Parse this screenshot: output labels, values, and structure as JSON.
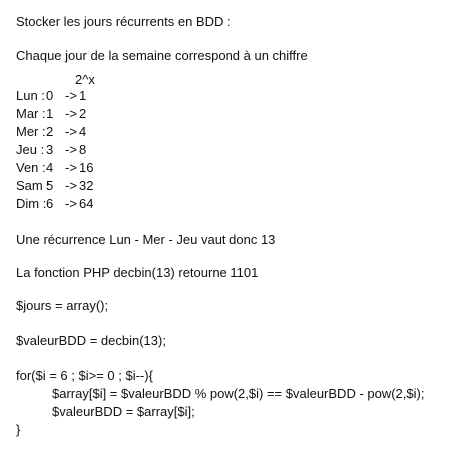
{
  "title": "Stocker les jours récurrents en BDD :",
  "intro": "Chaque jour de la semaine correspond à un chiffre",
  "power_header": "2^x",
  "days": [
    {
      "name": "Lun :",
      "index": "0",
      "arrow": "->",
      "value": "1"
    },
    {
      "name": "Mar :",
      "index": "1",
      "arrow": "->",
      "value": "2"
    },
    {
      "name": "Mer :",
      "index": "2",
      "arrow": "->",
      "value": "4"
    },
    {
      "name": "Jeu :",
      "index": "3",
      "arrow": "->",
      "value": "8"
    },
    {
      "name": "Ven :",
      "index": "4",
      "arrow": "->",
      "value": "16"
    },
    {
      "name": "Sam :",
      "index": "5",
      "arrow": "->",
      "value": "32"
    },
    {
      "name": "Dim :",
      "index": "6",
      "arrow": "->",
      "value": "64"
    }
  ],
  "example": "Une récurrence Lun - Mer - Jeu vaut donc 13",
  "php_note": "La fonction PHP decbin(13) retourne 1101",
  "code": {
    "line1": "$jours = array();",
    "line2": "$valeurBDD = decbin(13);",
    "line3": "for($i = 6 ; $i>= 0 ; $i--){",
    "line4": "$array[$i] = $valeurBDD % pow(2,$i) == $valeurBDD - pow(2,$i);",
    "line5": "$valeurBDD = $array[$i];",
    "line6": "}"
  }
}
